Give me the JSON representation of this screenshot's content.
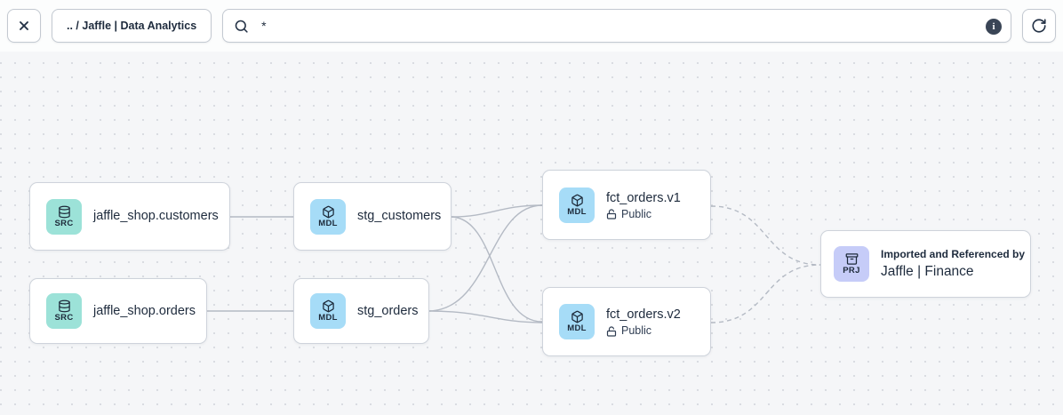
{
  "toolbar": {
    "breadcrumb": ".. / Jaffle | Data Analytics",
    "search": {
      "value": "*",
      "info_glyph": "i"
    }
  },
  "nodes": [
    {
      "id": "jaffle_shop.customers",
      "kind": "source",
      "badge": "SRC",
      "icon": "database-icon",
      "title": "jaffle_shop.customers"
    },
    {
      "id": "jaffle_shop.orders",
      "kind": "source",
      "badge": "SRC",
      "icon": "database-icon",
      "title": "jaffle_shop.orders"
    },
    {
      "id": "stg_customers",
      "kind": "model",
      "badge": "MDL",
      "icon": "cube-icon",
      "title": "stg_customers"
    },
    {
      "id": "stg_orders",
      "kind": "model",
      "badge": "MDL",
      "icon": "cube-icon",
      "title": "stg_orders"
    },
    {
      "id": "fct_orders.v1",
      "kind": "model",
      "badge": "MDL",
      "icon": "cube-icon",
      "title": "fct_orders.v1",
      "access": "Public",
      "access_icon": "unlock-icon"
    },
    {
      "id": "fct_orders.v2",
      "kind": "model",
      "badge": "MDL",
      "icon": "cube-icon",
      "title": "fct_orders.v2",
      "access": "Public",
      "access_icon": "unlock-icon"
    },
    {
      "id": "jaffle_finance",
      "kind": "project",
      "badge": "PRJ",
      "icon": "archive-icon",
      "subtitle": "Imported and Referenced by",
      "title": "Jaffle | Finance"
    }
  ],
  "edges": [
    {
      "from": "jaffle_shop.customers",
      "to": "stg_customers",
      "style": "solid"
    },
    {
      "from": "jaffle_shop.orders",
      "to": "stg_orders",
      "style": "solid"
    },
    {
      "from": "stg_customers",
      "to": "fct_orders.v1",
      "style": "solid"
    },
    {
      "from": "stg_customers",
      "to": "fct_orders.v2",
      "style": "solid"
    },
    {
      "from": "stg_orders",
      "to": "fct_orders.v1",
      "style": "solid"
    },
    {
      "from": "stg_orders",
      "to": "fct_orders.v2",
      "style": "solid"
    },
    {
      "from": "fct_orders.v1",
      "to": "jaffle_finance",
      "style": "dashed"
    },
    {
      "from": "fct_orders.v2",
      "to": "jaffle_finance",
      "style": "dashed"
    }
  ],
  "colors": {
    "source_badge_bg": "#9ce2d8",
    "model_badge_bg": "#a6dcf7",
    "project_badge_bg": "#c6ccf8",
    "node_border": "#ced3db",
    "edge": "#b4bac4",
    "text": "#1e2b3d",
    "canvas_bg": "#f5f6f8"
  }
}
